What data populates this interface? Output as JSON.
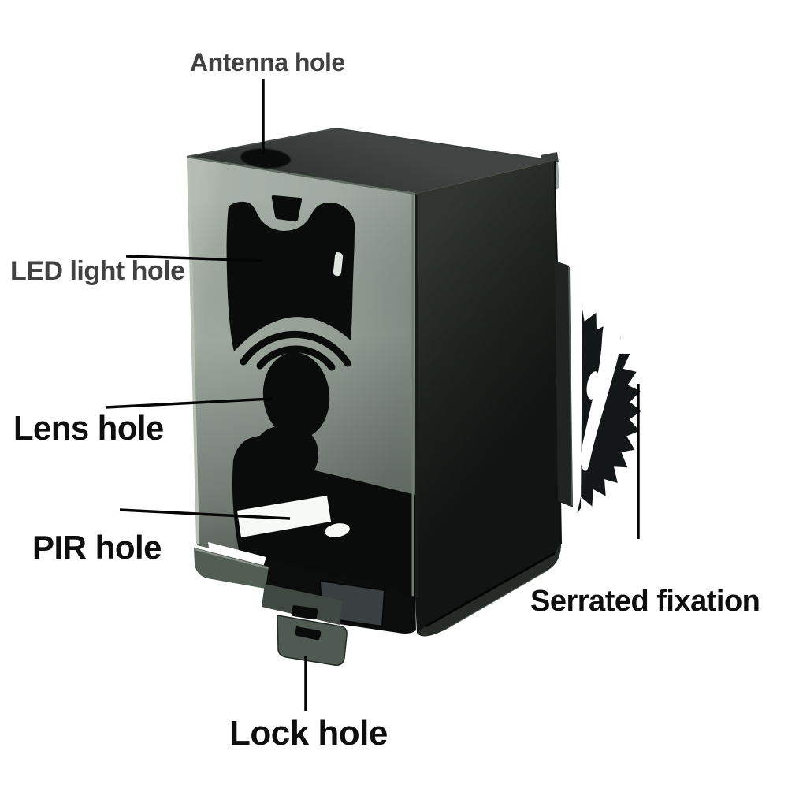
{
  "callouts": {
    "antenna_hole": "Antenna hole",
    "led_light_hole": "LED light hole",
    "lens_hole": "Lens hole",
    "pir_hole": "PIR hole",
    "serrated_fixation": "Serrated fixation",
    "lock_hole": "Lock hole"
  },
  "palette": {
    "background": "#ffffff",
    "front_face": "#97a198",
    "top_face": "#383c3a",
    "side_face": "#1a1e1c",
    "cutout_black": "#0a0c0b",
    "flange_green": "#525d54",
    "pointer_line": "#050505",
    "label_gray": "#414141",
    "label_black": "#0e0e0e"
  }
}
